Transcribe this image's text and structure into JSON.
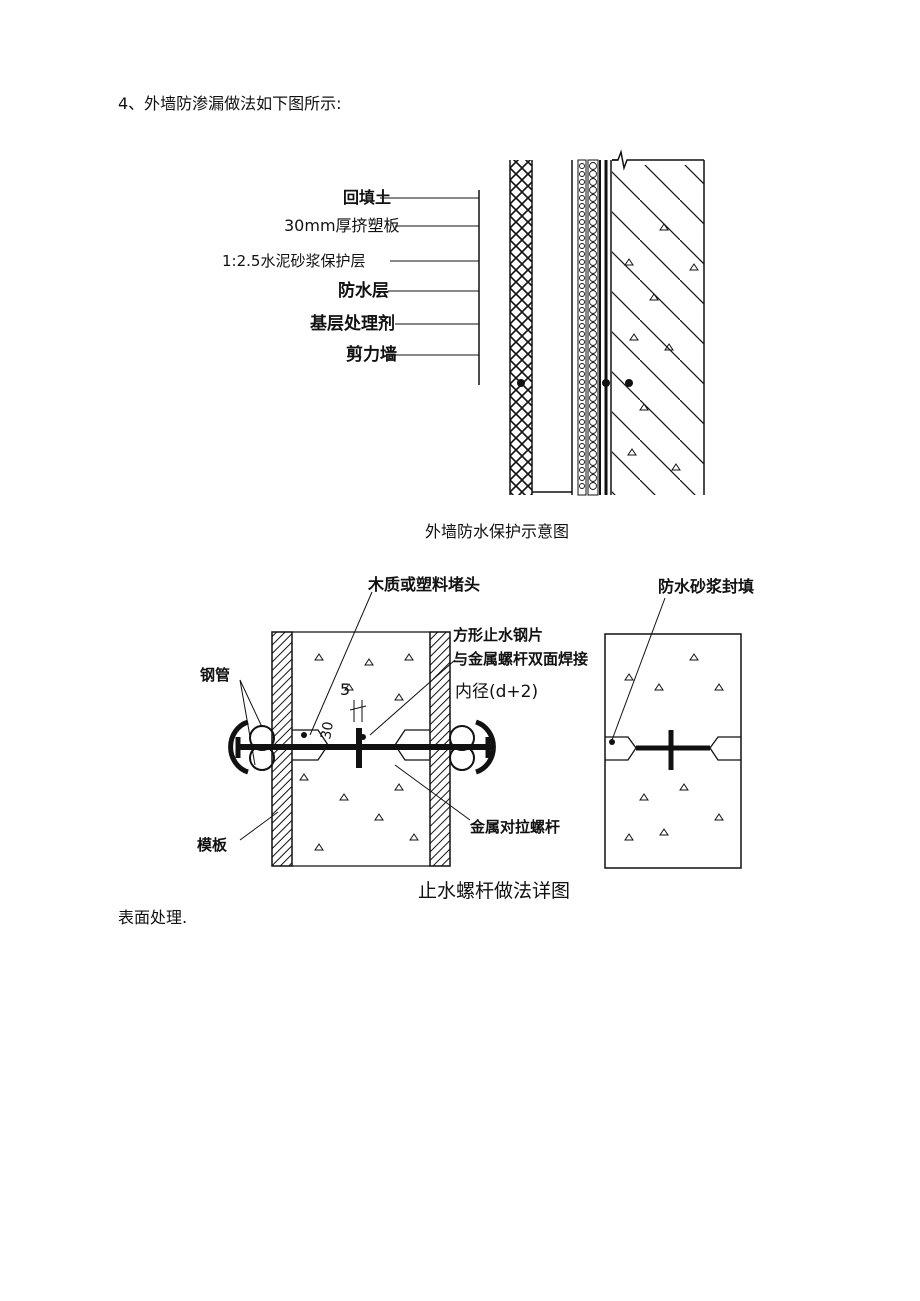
{
  "heading": "4、外墙防渗漏做法如下图所示:",
  "figure1": {
    "labels": [
      "回填土",
      "30mm厚挤塑板",
      "1:2.5水泥砂浆保护层",
      "防水层",
      "基层处理剂",
      "剪力墙"
    ],
    "caption": "外墙防水保护示意图"
  },
  "figure2": {
    "labels": {
      "plug": "木质或塑料堵头",
      "plate_line1": "方形止水钢片",
      "plate_line2": "与金属螺杆双面焊接",
      "inner_dia": "内径(d+2)",
      "pipe": "钢管",
      "formwork": "模板",
      "bolt": "金属对拉螺杆",
      "mortar": "防水砂浆封填",
      "dim_5": "5",
      "dim_30": "30"
    },
    "caption": "止水螺杆做法详图"
  },
  "body_text": "表面处理."
}
